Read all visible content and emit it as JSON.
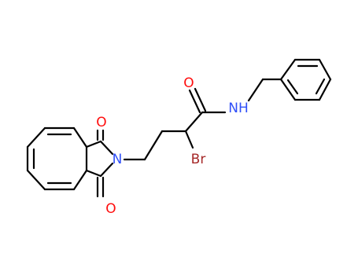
{
  "molecule": {
    "atoms": {
      "oxygen_amide": "O",
      "nitrogen_amide": "NH",
      "bromine": "Br",
      "nitrogen_imide": "N",
      "oxygen_imide_top": "O",
      "oxygen_imide_bottom": "O"
    },
    "colors": {
      "bond": "#000000",
      "oxygen": "#ff0d0d",
      "nitrogen": "#3050f8",
      "bromine": "#a62929"
    }
  }
}
